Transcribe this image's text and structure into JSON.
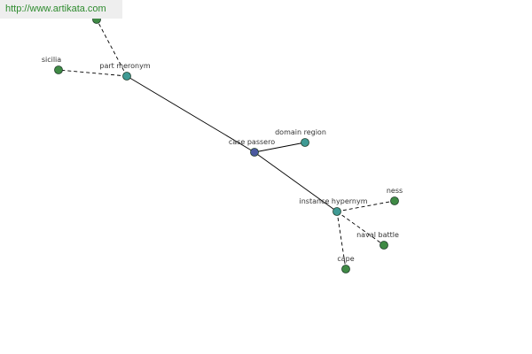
{
  "watermark": {
    "text": "http://www.artikata.com"
  },
  "colors": {
    "center": "#4b5aa0",
    "relation": "#3f9a94",
    "leaf": "#3f8a45",
    "edge": "#000000"
  },
  "graph": {
    "nodes": [
      {
        "id": "case-passero",
        "label": "case passero",
        "kind": "center"
      },
      {
        "id": "part-meronym",
        "label": "part meronym",
        "kind": "relation"
      },
      {
        "id": "domain-region",
        "label": "domain region",
        "kind": "relation"
      },
      {
        "id": "instance-hypernym",
        "label": "instance hypernym",
        "kind": "relation"
      },
      {
        "id": "sicilia",
        "label": "sicilia",
        "kind": "leaf"
      },
      {
        "id": "top-leaf",
        "label": "",
        "kind": "leaf"
      },
      {
        "id": "ness",
        "label": "ness",
        "kind": "leaf"
      },
      {
        "id": "naval-battle",
        "label": "naval battle",
        "kind": "leaf"
      },
      {
        "id": "cape",
        "label": "cape",
        "kind": "leaf"
      }
    ],
    "edges": [
      {
        "from": "case-passero",
        "to": "part-meronym",
        "style": "solid"
      },
      {
        "from": "case-passero",
        "to": "domain-region",
        "style": "solid"
      },
      {
        "from": "case-passero",
        "to": "instance-hypernym",
        "style": "solid"
      },
      {
        "from": "part-meronym",
        "to": "sicilia",
        "style": "dashed"
      },
      {
        "from": "part-meronym",
        "to": "top-leaf",
        "style": "dashed"
      },
      {
        "from": "instance-hypernym",
        "to": "ness",
        "style": "dashed"
      },
      {
        "from": "instance-hypernym",
        "to": "naval-battle",
        "style": "dashed"
      },
      {
        "from": "instance-hypernym",
        "to": "cape",
        "style": "dashed"
      }
    ]
  }
}
